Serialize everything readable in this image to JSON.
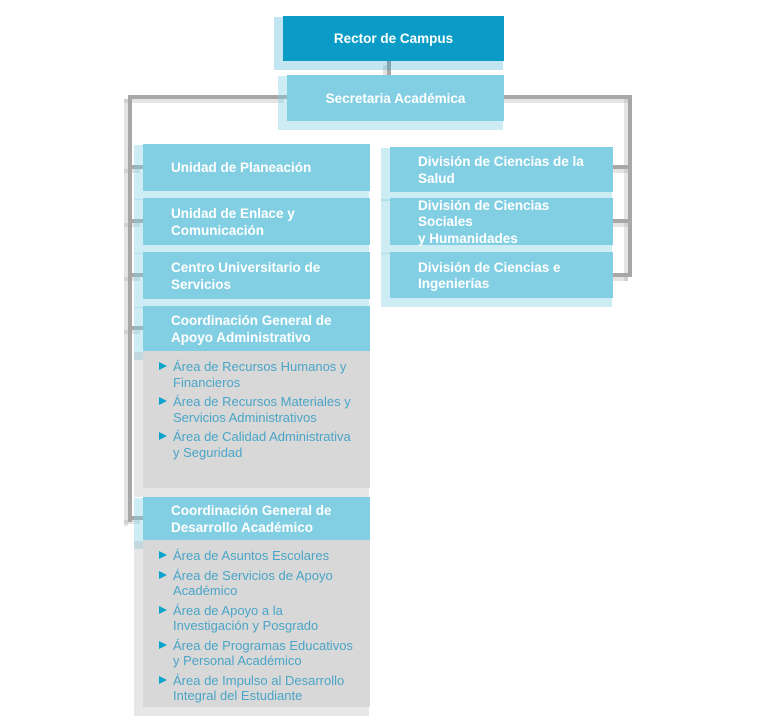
{
  "org": {
    "root": {
      "label": "Rector de Campus"
    },
    "secretaria": {
      "label": "Secretaria Académica"
    },
    "left_branch": [
      {
        "label": "Unidad de Planeación"
      },
      {
        "label": "Unidad de Enlace y\nComunicación"
      },
      {
        "label": "Centro Universitario de\nServicios"
      },
      {
        "label": "Coordinación General de\nApoyo Administrativo",
        "children": [
          "Área de Recursos Humanos y\nFinancieros",
          "Área de Recursos Materiales y\nServicios Administrativos",
          "Área de Calidad Administrativa\ny Seguridad"
        ]
      },
      {
        "label": "Coordinación General de\nDesarrollo Académico",
        "children": [
          "Área de Asuntos Escolares",
          "Área de Servicios de Apoyo\nAcadémico",
          "Área de Apoyo a la\nInvestigación y Posgrado",
          "Área de Programas Educativos\ny Personal Académico",
          "Área de Impulso al Desarrollo\nIntegral del Estudiante"
        ]
      }
    ],
    "right_branch": [
      {
        "label": "División de Ciencias de la\nSalud"
      },
      {
        "label": "División de Ciencias Sociales\ny Humanidades"
      },
      {
        "label": "División de Ciencias e\nIngenierías"
      }
    ],
    "colors": {
      "root_box": "#0a9cc6",
      "branch_box": "#82cfe3",
      "sub_panel": "#d8d8d8",
      "connector": "#a7a7a7",
      "list_text": "#4aa5c7",
      "bullet": "#0ba3cc"
    }
  }
}
